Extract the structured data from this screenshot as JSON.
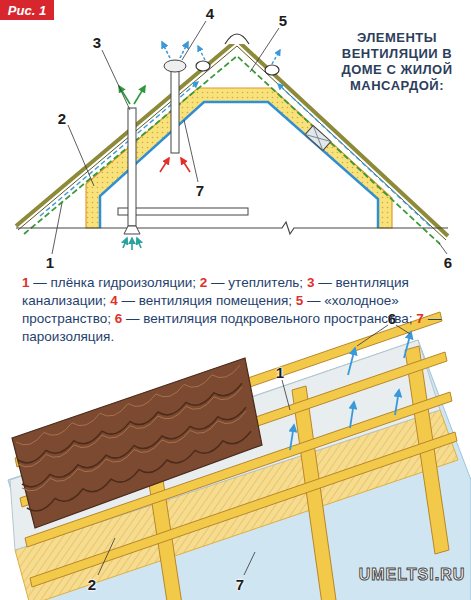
{
  "diagram": {
    "title": "ЭЛЕМЕНТЫ ВЕНТИЛЯЦИИ В ДОМЕ С ЖИЛОЙ МАНСАРДОЙ:",
    "labels": [
      "Рис. 1",
      "3",
      "4",
      "5",
      "2",
      "7",
      "1",
      "6",
      "1",
      "— плёнка гидроизоляции;",
      "2",
      "— утеплитель;",
      "3",
      "— вентиляция канализации;",
      "4",
      "— вентиляция помещения;",
      "5",
      "— «холодное» пространство;",
      "6",
      "— вентиляция подкровельного пространства;",
      "7",
      "— пароизоляция.",
      "6",
      "1",
      "2",
      "7",
      "UMELTSI.RU"
    ]
  }
}
